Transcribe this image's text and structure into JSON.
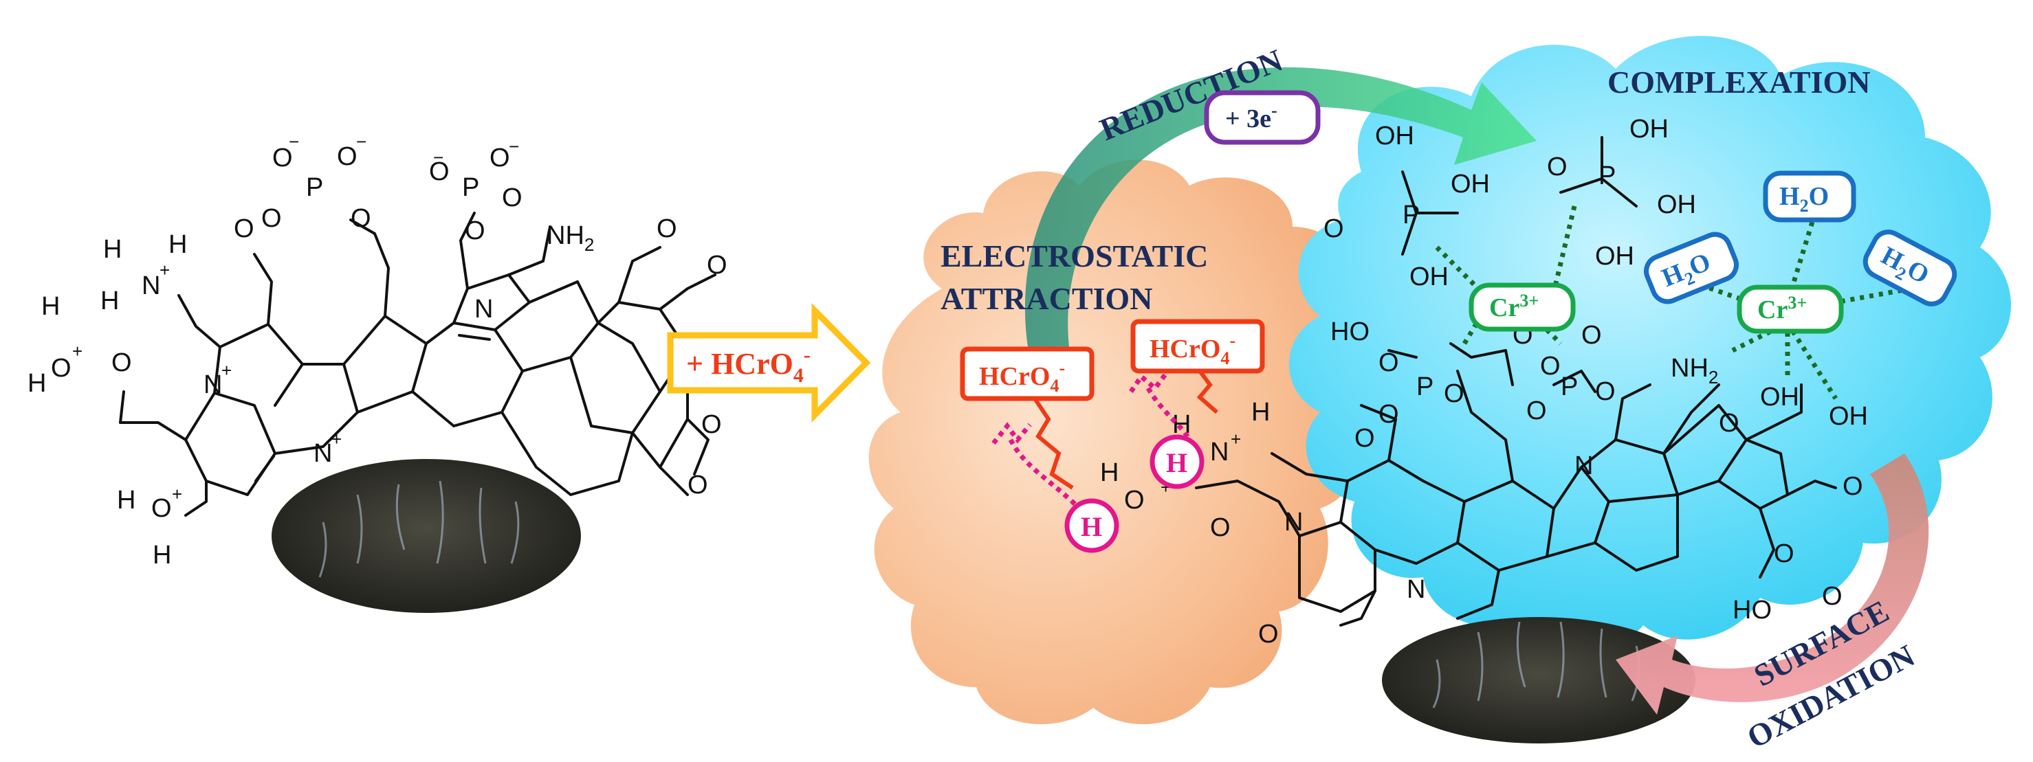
{
  "mechanisms": {
    "reduction": "REDUCTION",
    "complexation": "COMPLEXATION",
    "electrostatic_line1": "ELECTROSTATIC",
    "electrostatic_line2": "ATTRACTION",
    "surface_line1": "SURFACE",
    "surface_line2": "OXIDATION"
  },
  "reagent": {
    "prefix": "+ HCrO",
    "subscript": "4",
    "charge": "-"
  },
  "electron_transfer": {
    "text": "+ 3e",
    "charge": "-"
  },
  "ions": {
    "chromate": "HCrO",
    "chromate_sub": "4",
    "chromate_charge": "-",
    "chromium": "Cr",
    "chromium_charge": "3+",
    "water": "H",
    "water_sub": "2",
    "water_tail": "O",
    "proton": "H"
  },
  "atoms": {
    "O_minus": "O",
    "minus": "−",
    "plus": "+",
    "P": "P",
    "O": "O",
    "N": "N",
    "H": "H",
    "NH2": "NH",
    "NH2_sub": "2",
    "OH": "OH",
    "HO": "HO"
  },
  "colors": {
    "navy_text": "#1b2d5e",
    "chromate_red": "#ef3b16",
    "chromium_green": "#18a84a",
    "water_blue": "#1a6fc4",
    "electron_purple": "#7a33a6",
    "proton_magenta": "#e4168c",
    "arrow_yellow": "#ffc21a",
    "orange_cloud": "#f6b183",
    "blue_cloud": "#22d1f5",
    "reduction_arrow": "#4fdc96",
    "oxidation_arrow": "#f4a0a6",
    "biochar": "#2a2a24"
  }
}
